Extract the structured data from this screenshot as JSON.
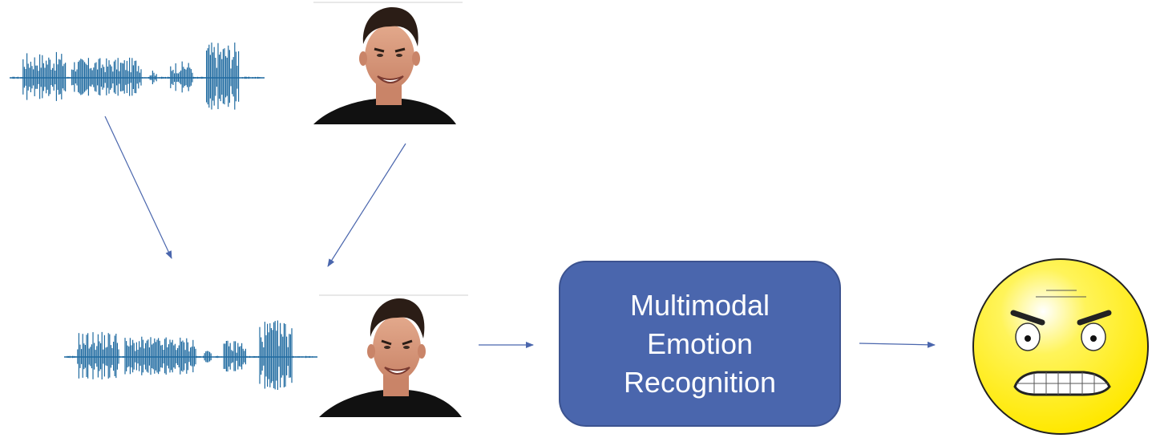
{
  "model": {
    "label_lines": [
      "Multimodal",
      "Emotion",
      "Recognition"
    ]
  },
  "inputs": {
    "audio_icon": "audio-waveform-icon",
    "video_icon": "face-video-frame",
    "output_icon": "angry-emoji-icon"
  },
  "colors": {
    "waveform": "#1f6aa0",
    "arrow": "#4a66ad",
    "box_fill": "#4a66ad",
    "box_text": "#ffffff",
    "emoji_fill": "#fff200",
    "emoji_outline": "#222222"
  }
}
